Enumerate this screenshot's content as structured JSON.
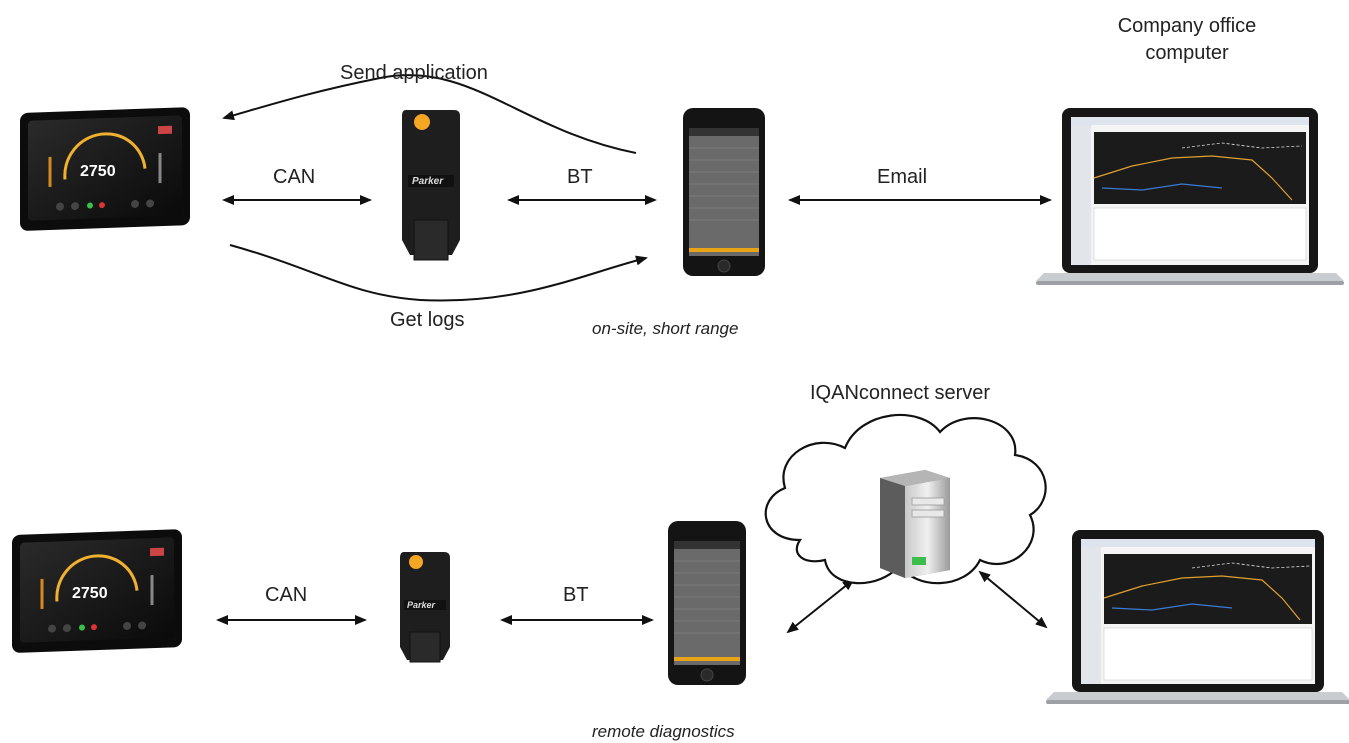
{
  "top": {
    "send_label": "Send application",
    "can_label": "CAN",
    "bt_label": "BT",
    "email_label": "Email",
    "get_logs_label": "Get logs",
    "office_label_line1": "Company office",
    "office_label_line2": "computer",
    "caption": "on-site, short range"
  },
  "bottom": {
    "can_label": "CAN",
    "bt_label": "BT",
    "server_label": "IQANconnect server",
    "caption": "remote diagnostics"
  },
  "display": {
    "readout": "2750"
  },
  "dongle": {
    "brand": "Parker"
  },
  "colors": {
    "dongle_led": "#f5a623",
    "phone_accent": "#e8a317",
    "display_accent": "#f0b030"
  }
}
